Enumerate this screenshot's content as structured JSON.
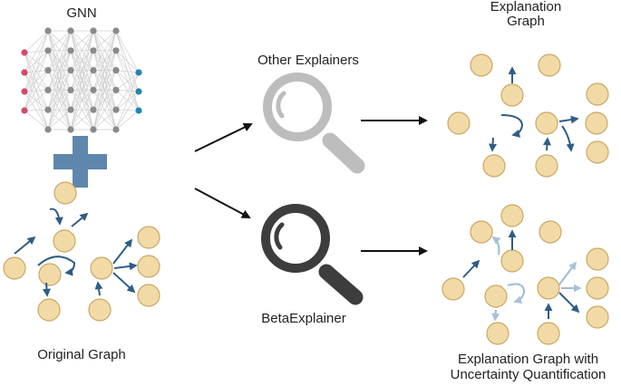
{
  "labels": {
    "gnn": "GNN",
    "original_graph": "Original Graph",
    "other_explainers": "Other Explainers",
    "beta_explainer": "BetaExplainer",
    "explanation_graph_line1": "Explanation",
    "explanation_graph_line2": "Graph",
    "uncertainty_line1": "Explanation Graph with",
    "uncertainty_line2": "Uncertainty Quantification"
  },
  "colors": {
    "node_fill": "#f2daa6",
    "node_stroke": "#c9a864",
    "edge_arrow": "#2f5d87",
    "edge_arrow_faint": "#9fbad3",
    "plus_sign": "#5f86ad",
    "gnn_input_node": "#d24a6b",
    "gnn_hidden_node": "#8a8a8a",
    "gnn_output_node": "#1f86b3",
    "magnifier_light": "#bdbdbd",
    "magnifier_dark": "#3d3d3d",
    "flow_arrow": "#111111"
  },
  "icons": {
    "plus": "plus-icon",
    "magnifier_light": "magnifying-glass-icon",
    "magnifier_dark": "magnifying-glass-icon"
  }
}
